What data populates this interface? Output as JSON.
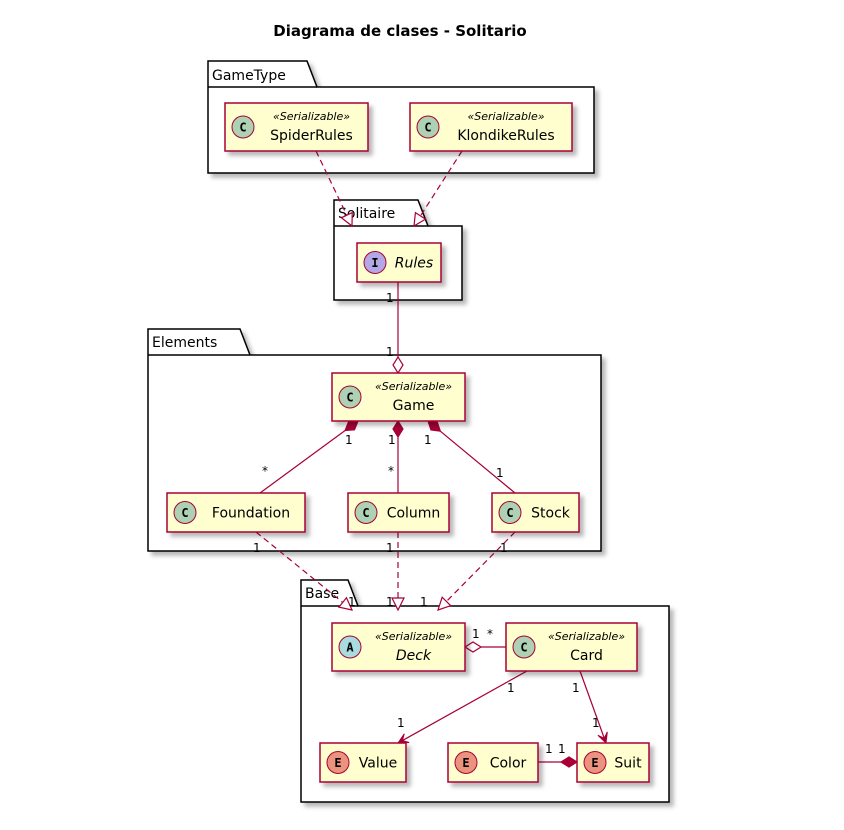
{
  "title": "Diagrama de clases - Solitario",
  "colors": {
    "class_fill": "#FEFECE",
    "border": "#A80036",
    "line": "#A80036",
    "shadow": "#cfcfcf",
    "circle_class": "#ADD1B2",
    "circle_interface": "#B4A7E5",
    "circle_abstract": "#A9DCDF",
    "circle_enum": "#EB937F"
  },
  "packages": [
    {
      "id": "gametype",
      "label": "GameType"
    },
    {
      "id": "solitaire",
      "label": "Solitaire"
    },
    {
      "id": "elements",
      "label": "Elements"
    },
    {
      "id": "base",
      "label": "Base"
    }
  ],
  "classes": [
    {
      "id": "spider",
      "name": "SpiderRules",
      "kind": "C",
      "stereotype": "«Serializable»",
      "italic": false
    },
    {
      "id": "klondike",
      "name": "KlondikeRules",
      "kind": "C",
      "stereotype": "«Serializable»",
      "italic": false
    },
    {
      "id": "rules",
      "name": "Rules",
      "kind": "I",
      "stereotype": "",
      "italic": true
    },
    {
      "id": "game",
      "name": "Game",
      "kind": "C",
      "stereotype": "«Serializable»",
      "italic": false
    },
    {
      "id": "foundation",
      "name": "Foundation",
      "kind": "C",
      "stereotype": "",
      "italic": false
    },
    {
      "id": "column",
      "name": "Column",
      "kind": "C",
      "stereotype": "",
      "italic": false
    },
    {
      "id": "stock",
      "name": "Stock",
      "kind": "C",
      "stereotype": "",
      "italic": false
    },
    {
      "id": "deck",
      "name": "Deck",
      "kind": "A",
      "stereotype": "«Serializable»",
      "italic": true
    },
    {
      "id": "card",
      "name": "Card",
      "kind": "C",
      "stereotype": "«Serializable»",
      "italic": false
    },
    {
      "id": "value",
      "name": "Value",
      "kind": "E",
      "stereotype": "",
      "italic": false
    },
    {
      "id": "color",
      "name": "Color",
      "kind": "E",
      "stereotype": "",
      "italic": false
    },
    {
      "id": "suit",
      "name": "Suit",
      "kind": "E",
      "stereotype": "",
      "italic": false
    }
  ],
  "relations": [
    {
      "from": "spider",
      "to": "rules",
      "type": "realization"
    },
    {
      "from": "klondike",
      "to": "rules",
      "type": "realization"
    },
    {
      "from": "rules",
      "to": "game",
      "type": "aggregation",
      "from_mult": "1",
      "to_mult": "1"
    },
    {
      "from": "foundation",
      "to": "game",
      "type": "composition",
      "from_mult": "*",
      "to_mult": "1"
    },
    {
      "from": "column",
      "to": "game",
      "type": "composition",
      "from_mult": "*",
      "to_mult": "1"
    },
    {
      "from": "stock",
      "to": "game",
      "type": "composition",
      "from_mult": "1",
      "to_mult": "1"
    },
    {
      "from": "foundation",
      "to": "deck",
      "type": "inheritance",
      "from_mult": "1",
      "to_mult": "1"
    },
    {
      "from": "column",
      "to": "deck",
      "type": "inheritance",
      "from_mult": "1",
      "to_mult": "1"
    },
    {
      "from": "stock",
      "to": "deck",
      "type": "inheritance",
      "from_mult": "1",
      "to_mult": "1"
    },
    {
      "from": "card",
      "to": "deck",
      "type": "aggregation",
      "from_mult": "*",
      "to_mult": "1"
    },
    {
      "from": "card",
      "to": "value",
      "type": "association",
      "from_mult": "1",
      "to_mult": "1"
    },
    {
      "from": "card",
      "to": "suit",
      "type": "association",
      "from_mult": "1",
      "to_mult": "1"
    },
    {
      "from": "color",
      "to": "suit",
      "type": "composition",
      "from_mult": "1",
      "to_mult": "1"
    }
  ]
}
